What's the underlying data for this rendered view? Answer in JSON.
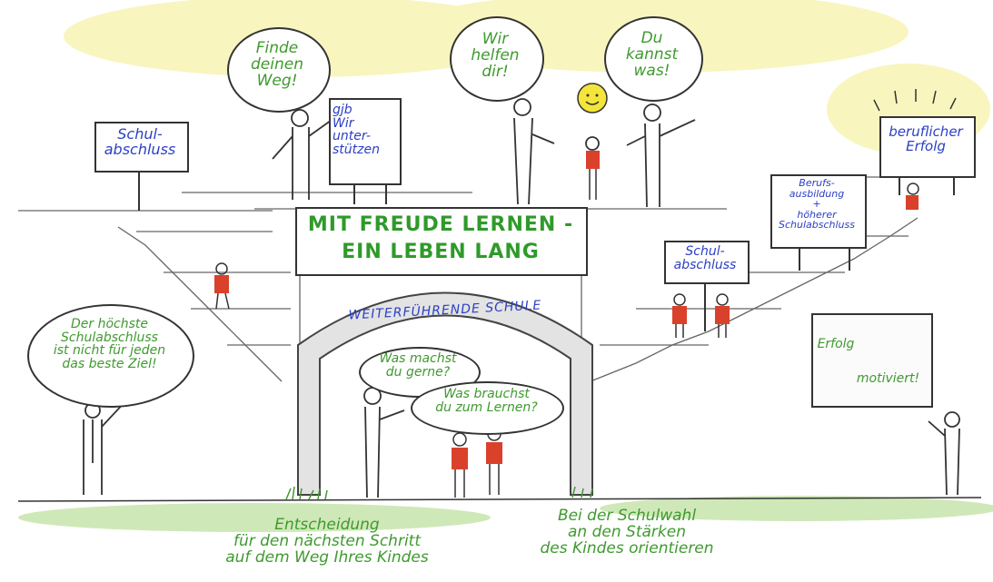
{
  "colors": {
    "green_text": "#3f9a2f",
    "blue_text": "#2b3fc4",
    "banner_text": "#2f9a2a",
    "red_person": "#d9412b",
    "sun": "#f3e53a",
    "highlight": "#f1ea7a",
    "ground": "#b7dc9a"
  },
  "bubbles": {
    "finde": "Finde\ndeinen\nWeg!",
    "helfen": "Wir\nhelfen\ndir!",
    "kannst": "Du\nkannst\nwas!",
    "hoechste": "Der höchste\nSchulabschluss\nist nicht für jeden\ndas beste Ziel!",
    "machst": "Was machst\ndu gerne?",
    "brauchst": "Was brauchst\ndu zum Lernen?"
  },
  "signs": {
    "schulabschluss_left": "Schul-\nabschluss",
    "gjb": "gjb\nWir\nunter-\nstützen",
    "schulabschluss_right": "Schul-\nabschluss",
    "berufsausbildung": "Berufs-\nausbildung\n+\nhöherer\nSchulabschluss",
    "erfolg": "beruflicher\nErfolg",
    "motiviert_top": "Erfolg",
    "motiviert_bottom": "motiviert!"
  },
  "banner": {
    "line1": "MIT FREUDE LERNEN -",
    "line2": "EIN LEBEN LANG"
  },
  "arch": {
    "label": "WEITERFÜHRENDE SCHULE"
  },
  "captions": {
    "entscheidung": "Entscheidung\nfür den nächsten Schritt\nauf dem Weg Ihres Kindes",
    "schulwahl": "Bei der Schulwahl\nan den Stärken\ndes Kindes orientieren"
  },
  "icons": [
    "sun-icon",
    "arrow-icon",
    "lightbulb-rays-icon"
  ]
}
